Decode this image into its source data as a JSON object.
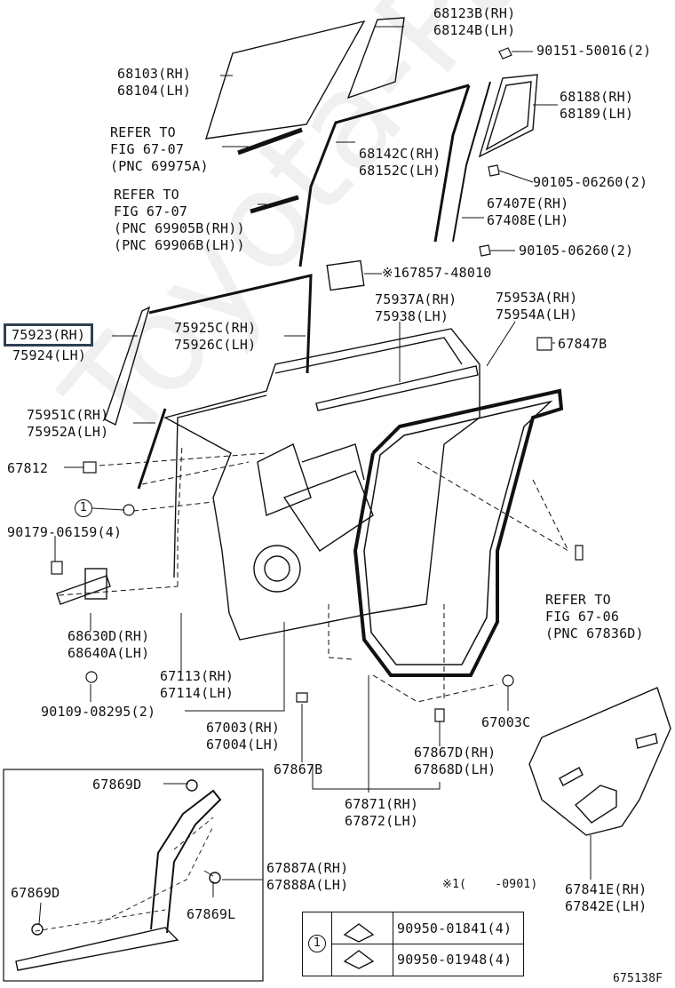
{
  "watermark": "Toyota-Parts",
  "labels": {
    "p68123b": "68123B(RH)",
    "p68124b": "68124B(LH)",
    "p90151": "90151-50016(2)",
    "p68103": "68103(RH)",
    "p68104": "68104(LH)",
    "p68188": "68188(RH)",
    "p68189": "68189(LH)",
    "ref1a": "REFER TO",
    "ref1b": "FIG 67-07",
    "ref1c": "(PNC 69975A)",
    "p68142c": "68142C(RH)",
    "p68152c": "68152C(LH)",
    "p90105a": "90105-06260(2)",
    "ref2a": "REFER TO",
    "ref2b": "FIG 67-07",
    "ref2c": "(PNC 69905B(RH))",
    "ref2d": "(PNC 69906B(LH))",
    "p67407e": "67407E(RH)",
    "p67408e": "67408E(LH)",
    "p90105b": "90105-06260(2)",
    "p167857": "※167857-48010",
    "p75937a": "75937A(RH)",
    "p75938": "75938(LH)",
    "p75953a": "75953A(RH)",
    "p75954a": "75954A(LH)",
    "p75923": "75923(RH)",
    "p75924": "75924(LH)",
    "p75925c": "75925C(RH)",
    "p75926c": "75926C(LH)",
    "p67847b": "67847B",
    "p75951c": "75951C(RH)",
    "p75952a": "75952A(LH)",
    "p67812": "67812",
    "circle1": "1",
    "p90179": "90179-06159(4)",
    "ref3a": "REFER TO",
    "ref3b": "FIG 67-06",
    "ref3c": "(PNC 67836D)",
    "p68630d": "68630D(RH)",
    "p68640a": "68640A(LH)",
    "p67113": "67113(RH)",
    "p67114": "67114(LH)",
    "p90109": "90109-08295(2)",
    "p67003": "67003(RH)",
    "p67004": "67004(LH)",
    "p67003c": "67003C",
    "p67867d": "67867D(RH)",
    "p67868d": "67868D(LH)",
    "p67867b": "67867B",
    "p67869d_a": "67869D",
    "p67871": "67871(RH)",
    "p67872": "67872(LH)",
    "p67887a": "67887A(RH)",
    "p67888a": "67888A(LH)",
    "p67869d_b": "67869D",
    "p67869l": "67869L",
    "note": "※1(    -0901)",
    "p67841e": "67841E(RH)",
    "p67842e": "67842E(LH)",
    "fig_id": "675138F"
  },
  "table": {
    "circle": "1",
    "rows": [
      {
        "part": "90950-01841(4)"
      },
      {
        "part": "90950-01948(4)"
      }
    ]
  }
}
